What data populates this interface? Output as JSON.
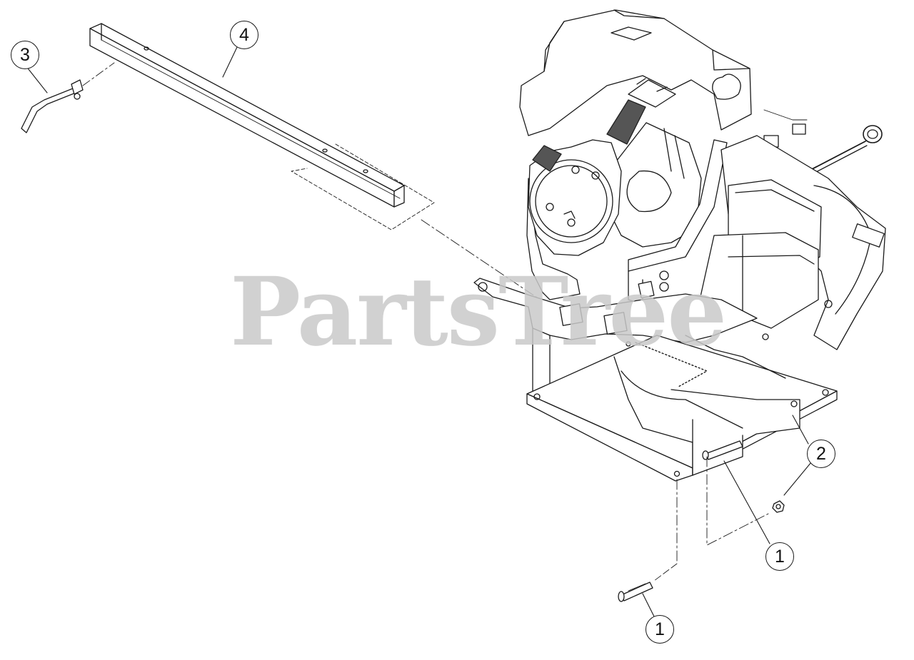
{
  "watermark": "PartsTree",
  "callouts": [
    {
      "id": "callout-3",
      "label": "3"
    },
    {
      "id": "callout-4",
      "label": "4"
    },
    {
      "id": "callout-2",
      "label": "2"
    },
    {
      "id": "callout-1-right",
      "label": "1"
    },
    {
      "id": "callout-1-bottom",
      "label": "1"
    }
  ]
}
